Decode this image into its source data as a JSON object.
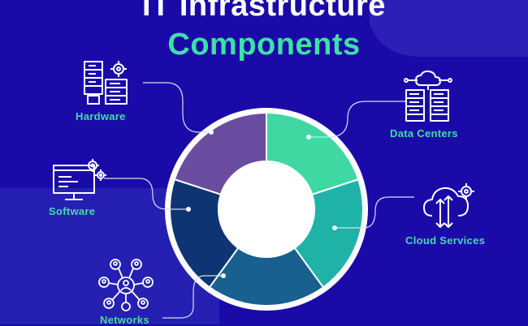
{
  "title": {
    "line1": "IT Infrastructure",
    "line2": "Components"
  },
  "colors": {
    "background": "#1a0ba8",
    "title": "#ffffff",
    "accent": "#3fe0a6",
    "segment_hardware": "#6a4da0",
    "segment_data_centers": "#3fd8a2",
    "segment_cloud": "#1fb3a8",
    "segment_networks": "#17608f",
    "segment_software": "#0f3473"
  },
  "components": [
    {
      "label": "Hardware",
      "icon": "server-rack-gear-icon"
    },
    {
      "label": "Data Centers",
      "icon": "cloud-server-racks-icon"
    },
    {
      "label": "Cloud Services",
      "icon": "cloud-arrows-gear-icon"
    },
    {
      "label": "Networks",
      "icon": "people-network-icon"
    },
    {
      "label": "Software",
      "icon": "monitor-code-gear-icon"
    }
  ]
}
